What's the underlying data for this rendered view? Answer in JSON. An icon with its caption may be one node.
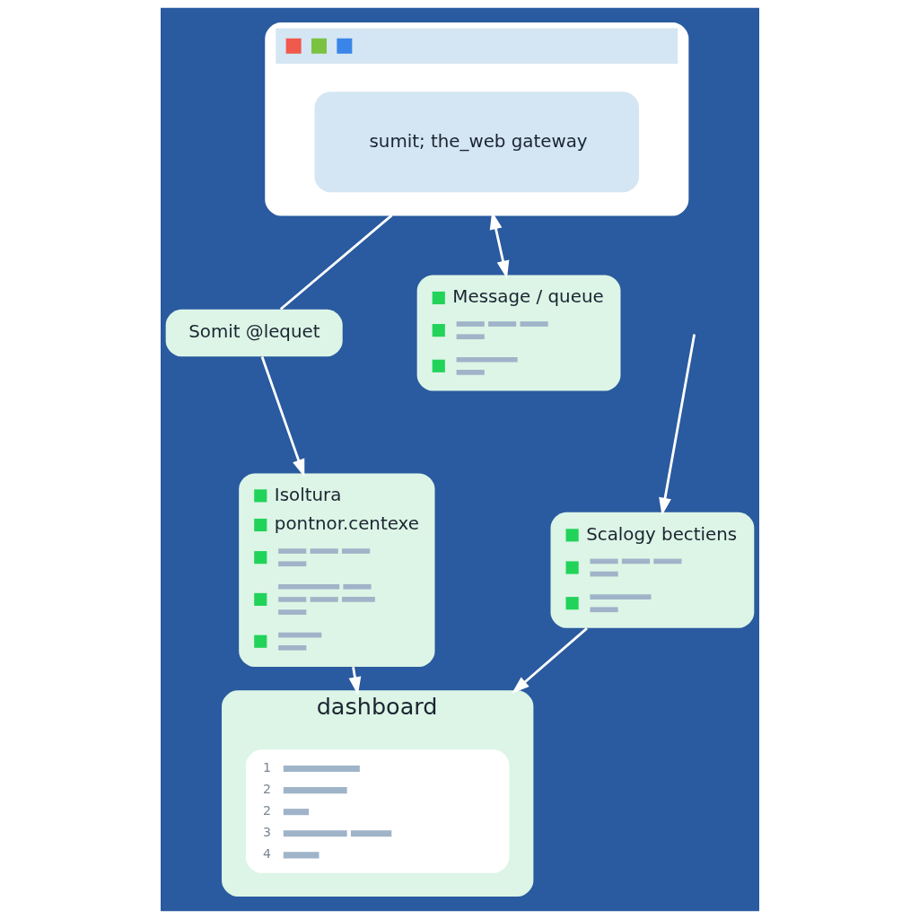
{
  "diagram": {
    "nodes": [
      {
        "text": [],
        "shape": "box"
      },
      {
        "text": [
          "sumit; the_web gateway"
        ],
        "in": 0
      },
      {
        "text": [
          "Somit @lequet"
        ]
      },
      {
        "text": [
          "Message / queue"
        ]
      },
      {
        "text": [
          "Isoltura",
          "pontnor.centexe"
        ]
      },
      {
        "text": [
          "Scalogy bectiens"
        ]
      },
      {
        "text": [
          "dashboard"
        ]
      },
      {
        "text": [
          "1",
          "2",
          "2",
          "3",
          "4"
        ],
        "in": 6
      }
    ],
    "edges": [
      {
        "from": 0,
        "to": 3,
        "arrow": "both"
      },
      {
        "from": 0,
        "to": 2,
        "arrow": "none"
      },
      {
        "from": 2,
        "to": 4,
        "arrow": "to"
      },
      {
        "from": 4,
        "to": 6,
        "arrow": "to"
      },
      {
        "from": null,
        "to": 5,
        "arrow": "to"
      },
      {
        "from": 5,
        "to": 6,
        "arrow": "to"
      }
    ]
  }
}
